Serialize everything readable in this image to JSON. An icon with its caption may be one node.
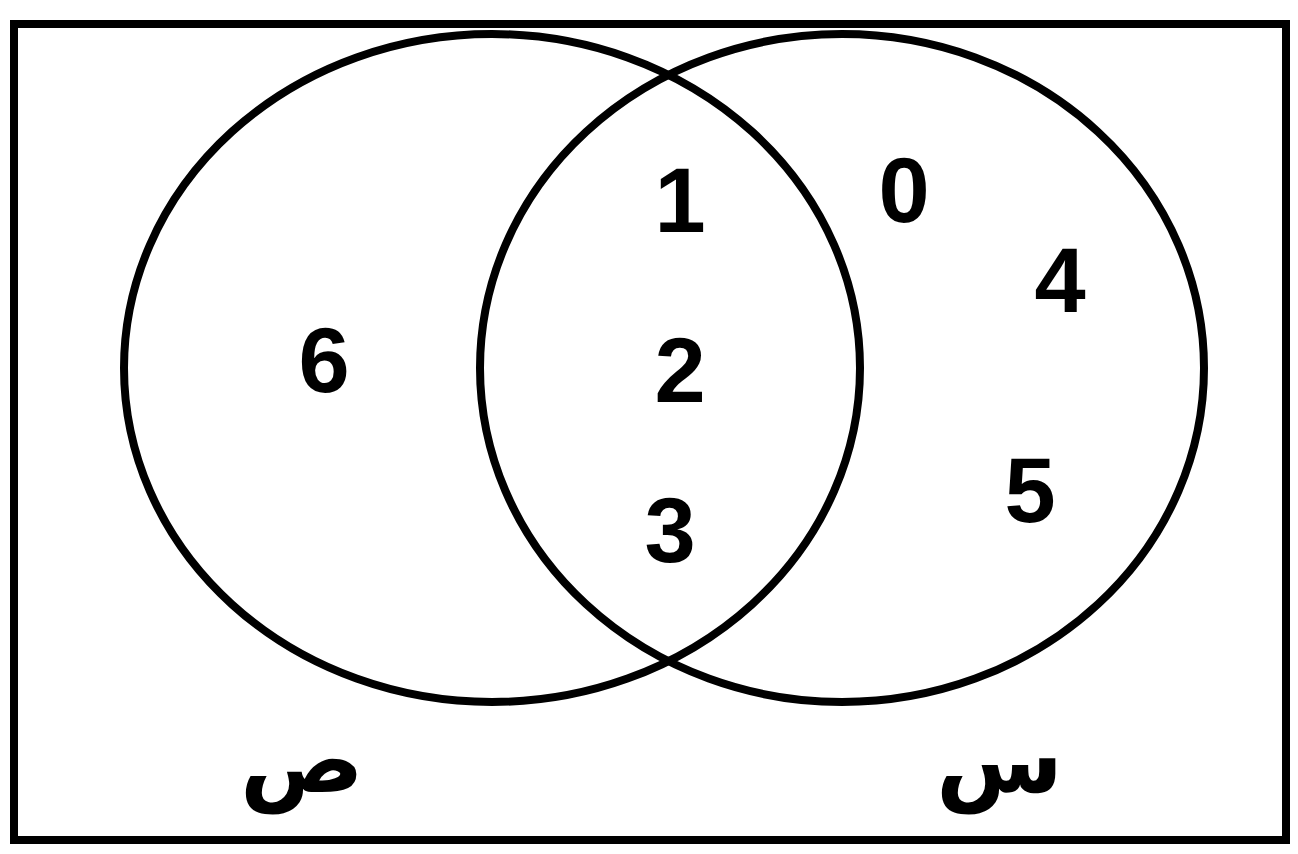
{
  "diagram": {
    "nodes": [
      {
        "text": [],
        "shape": "box"
      },
      {
        "text": [
          "ص"
        ],
        "in": 0
      },
      {
        "text": [
          "س"
        ],
        "in": 0
      }
    ],
    "labels": [
      "1",
      "0",
      "4",
      "6",
      "2",
      "5",
      "3"
    ]
  }
}
